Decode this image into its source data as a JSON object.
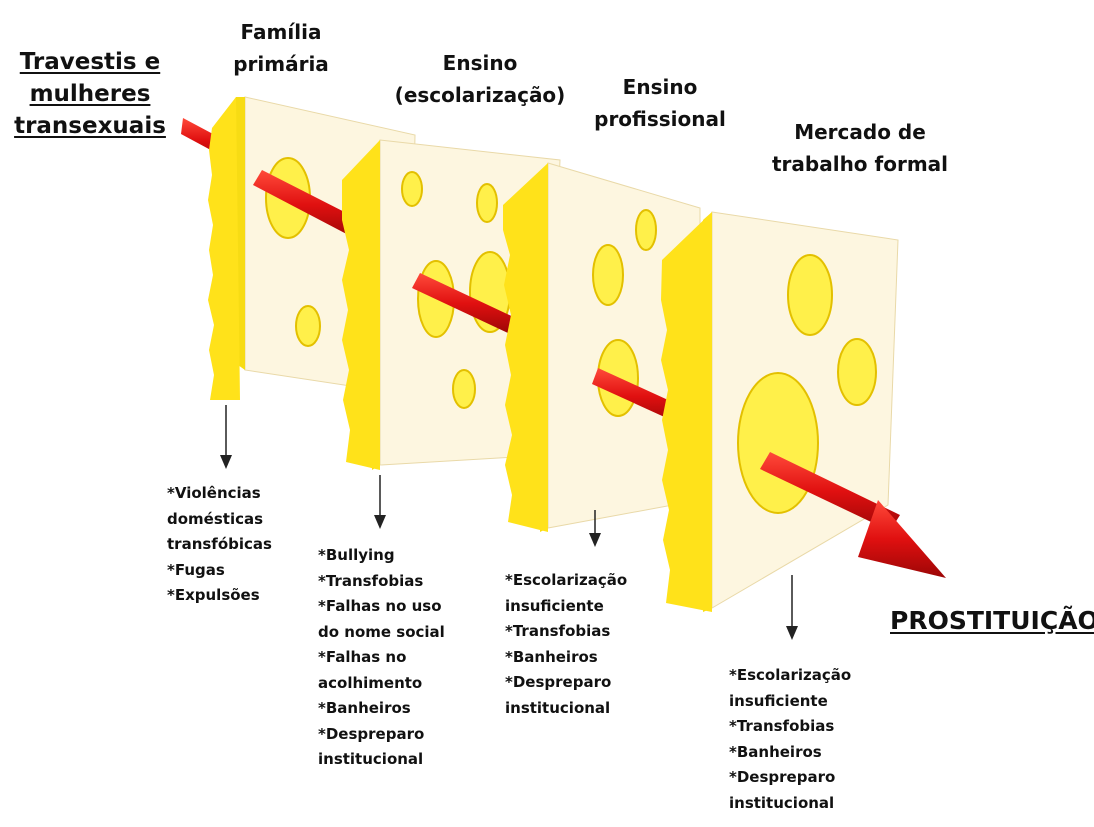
{
  "start_label": [
    "Travestis e",
    "mulheres",
    "transexuais"
  ],
  "end_label": "PROSTITUIÇÃO",
  "stages": [
    {
      "title": [
        "Família",
        "primária"
      ],
      "factors": [
        "*Violências",
        "domésticas",
        "transfóbicas",
        "*Fugas",
        "*Expulsões"
      ]
    },
    {
      "title": [
        "Ensino",
        "(escolarização)"
      ],
      "factors": [
        "*Bullying",
        "*Transfobias",
        "*Falhas no uso",
        "do nome social",
        "*Falhas no",
        "acolhimento",
        "*Banheiros",
        "*Despreparo",
        "institucional"
      ]
    },
    {
      "title": [
        "Ensino",
        "profissional"
      ],
      "factors": [
        "*Escolarização",
        "insuficiente",
        "*Transfobias",
        "*Banheiros",
        "*Despreparo",
        "institucional"
      ]
    },
    {
      "title": [
        "Mercado de",
        "trabalho formal"
      ],
      "factors": [
        "*Escolarização",
        "insuficiente",
        "*Transfobias",
        "*Banheiros",
        "*Despreparo",
        "institucional"
      ]
    }
  ],
  "colors": {
    "arrow": "#e01010",
    "cheese_face": "#fdf6e0",
    "cheese_edge": "#f7dc14",
    "hole": "#fff04a",
    "text": "#111111"
  }
}
